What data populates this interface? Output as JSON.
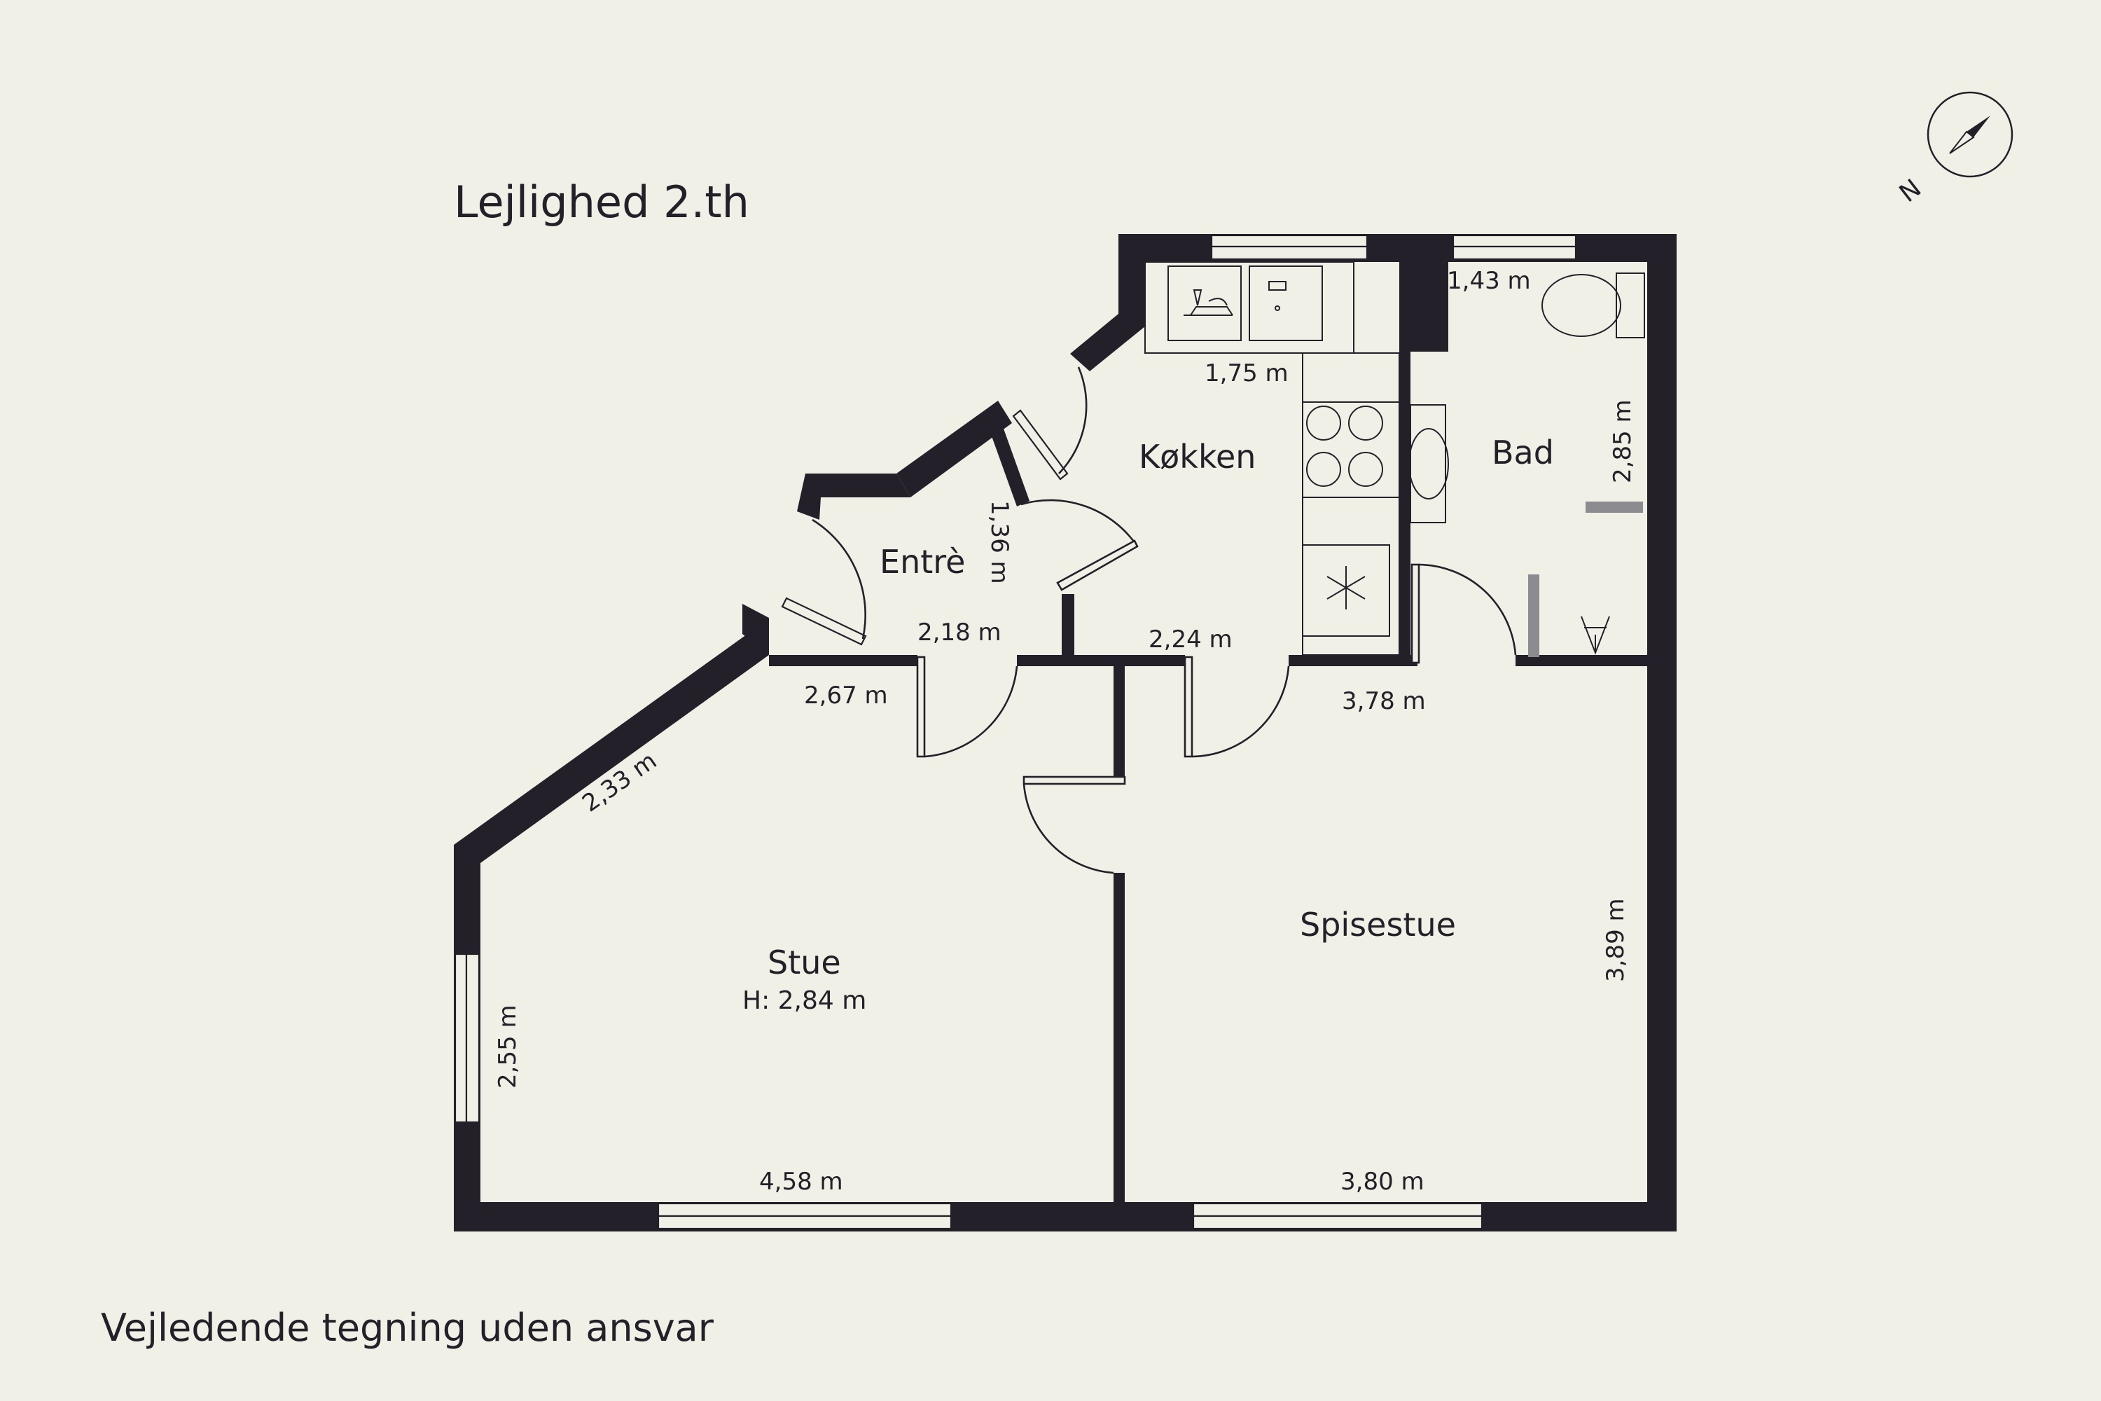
{
  "title": "Lejlighed 2.th",
  "footer": "Vejledende tegning uden ansvar",
  "compass": {
    "north_label": "N"
  },
  "rooms": {
    "kokken": "Køkken",
    "bad": "Bad",
    "entre": "Entrè",
    "stue": "Stue",
    "stue_height": "H: 2,84 m",
    "spisestue": "Spisestue"
  },
  "dimensions": {
    "kokken_top": "1,75 m",
    "bad_top": "1,43 m",
    "bad_side": "2,85 m",
    "entre_side": "1,36 m",
    "entre_bottom": "2,18 m",
    "kokken_bottom": "2,24 m",
    "stue_top": "2,67 m",
    "stue_diagonal": "2,33 m",
    "stue_left": "2,55 m",
    "stue_bottom": "4,58 m",
    "spisestue_top": "3,78 m",
    "spisestue_right": "3,89 m",
    "spisestue_bottom": "3,80 m"
  },
  "colors": {
    "background": "#f1f0e7",
    "wall": "#242029",
    "fixture_grey": "#8c8c90"
  }
}
